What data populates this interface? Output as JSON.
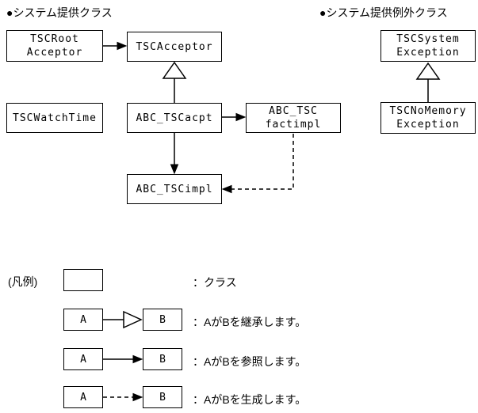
{
  "headers": {
    "system_classes": "●システム提供クラス",
    "system_exception_classes": "●システム提供例外クラス"
  },
  "diagram": {
    "nodes": {
      "tscroot_acceptor": "TSCRoot\nAcceptor",
      "tscacceptor": "TSCAcceptor",
      "tscwatchtime": "TSCWatchTime",
      "abc_tscacpt": "ABC_TSCacpt",
      "abc_tscfactimpl": "ABC_TSC\nfactimpl",
      "abc_tscimpl": "ABC_TSCimpl",
      "tscsystem_exception": "TSCSystem\nException",
      "tscnomemory_exception": "TSCNoMemory\nException"
    },
    "relations": [
      "TSCRootAcceptor references TSCAcceptor",
      "ABC_TSCacpt inherits TSCAcceptor",
      "ABC_TSCacpt references ABC_TSCfactimpl",
      "ABC_TSCacpt references ABC_TSCimpl",
      "ABC_TSCfactimpl creates ABC_TSCimpl",
      "TSCNoMemoryException inherits TSCSystemException"
    ]
  },
  "legend": {
    "caption": "(凡例)",
    "class_desc": "：クラス",
    "inherit": {
      "a": "A",
      "b": "B",
      "desc": "：AがBを継承します。"
    },
    "reference": {
      "a": "A",
      "b": "B",
      "desc": "：AがBを参照します。"
    },
    "create": {
      "a": "A",
      "b": "B",
      "desc": "：AがBを生成します。"
    }
  },
  "colors": {
    "line": "#000000",
    "background": "#ffffff"
  }
}
